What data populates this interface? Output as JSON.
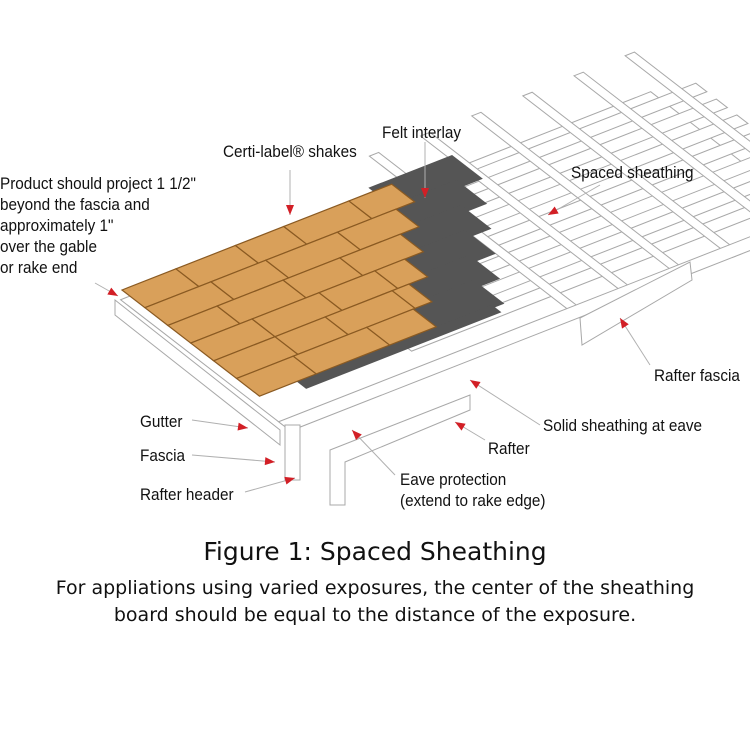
{
  "labels": {
    "product_note": [
      "Product should project 1 1/2\"",
      "beyond the fascia and",
      "approximately 1\"",
      "over the gable",
      "or rake end"
    ],
    "shakes": "Certi-label® shakes",
    "felt": "Felt interlay",
    "spaced_sheathing": "Spaced sheathing",
    "rafter_fascia": "Rafter fascia",
    "solid_sheathing": "Solid sheathing at eave",
    "rafter": "Rafter",
    "eave_protection": [
      "Eave protection",
      "(extend to rake edge)"
    ],
    "gutter": "Gutter",
    "fascia": "Fascia",
    "rafter_header": "Rafter header"
  },
  "caption": {
    "title": "Figure 1: Spaced Sheathing",
    "body": [
      "For appliations using varied exposures, the center of the sheathing",
      "board should be equal to the distance of the exposure."
    ]
  },
  "colors": {
    "shake": "#d9a05a",
    "shake_edge": "#8a5a22",
    "felt": "#555555",
    "arrow": "#d21f26",
    "outline": "#9a9a9a"
  }
}
